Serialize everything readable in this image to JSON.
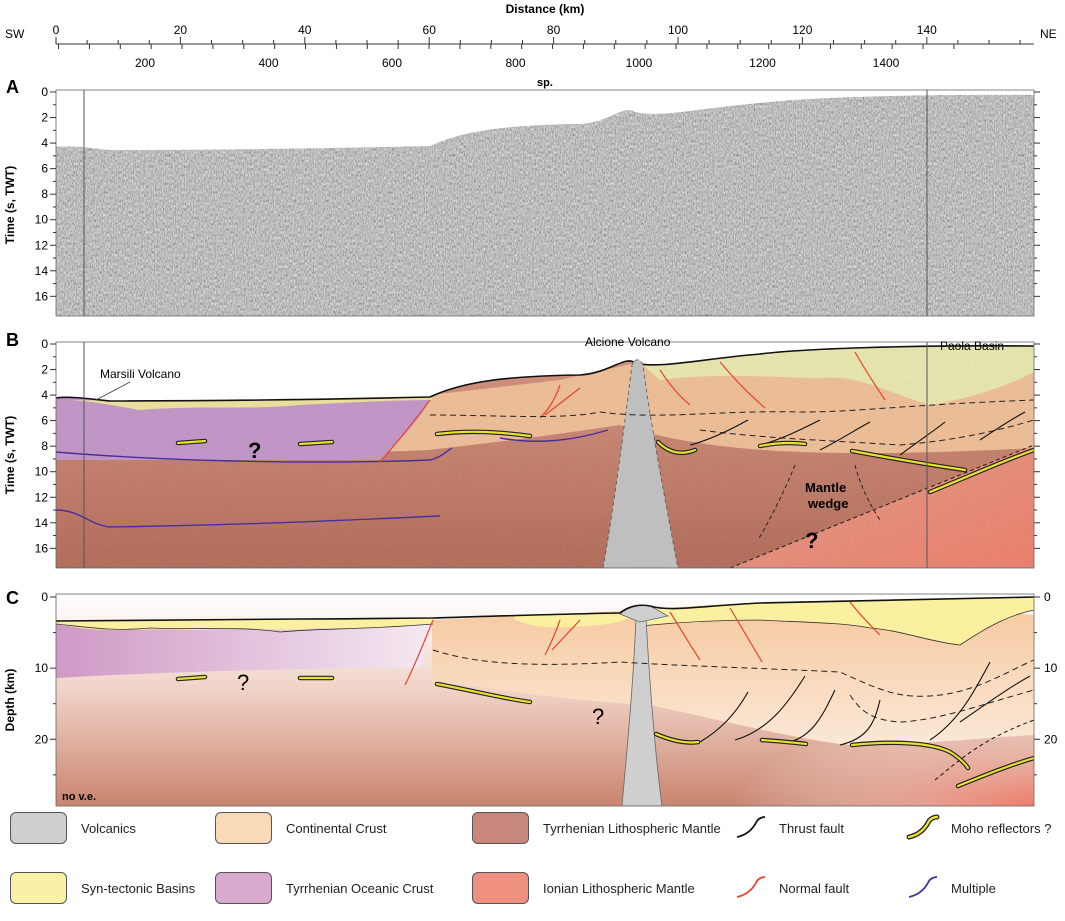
{
  "axis": {
    "title": "Distance (km)",
    "left_label": "SW",
    "right_label": "NE",
    "km_ticks": [
      "0",
      "20",
      "40",
      "60",
      "80",
      "100",
      "120",
      "140"
    ],
    "sp_ticks": [
      "200",
      "400",
      "600",
      "800",
      "1000",
      "1200",
      "1400"
    ],
    "sp_label": "sp."
  },
  "panels": {
    "a": {
      "letter": "A",
      "ylabel": "Time (s, TWT)",
      "ticks": [
        "0",
        "2",
        "4",
        "6",
        "8",
        "10",
        "12",
        "14",
        "16"
      ]
    },
    "b": {
      "letter": "B",
      "ylabel": "Time (s, TWT)",
      "ticks": [
        "0",
        "2",
        "4",
        "6",
        "8",
        "10",
        "12",
        "14",
        "16"
      ]
    },
    "c": {
      "letter": "C",
      "ylabel": "Depth (km)",
      "ticks": [
        "0",
        "10",
        "20"
      ],
      "right_ticks": [
        "0",
        "10",
        "20"
      ],
      "note": "no v.e."
    }
  },
  "annotations": {
    "marsili": "Marsili Volcano",
    "alcione": "Alcione Volcano",
    "paola": "Paola Basin",
    "mantle_wedge_1": "Mantle",
    "mantle_wedge_2": "wedge",
    "q": "?"
  },
  "colors": {
    "volcanics": "#cfcfcf",
    "continental_crust": "#f9d9b6",
    "tyrrhenian_mantle": "#c8877c",
    "syn_tectonic": "#faf0a8",
    "oceanic_crust": "#d9a9d0",
    "ionian_mantle": "#ef8f80",
    "thrust": "#111111",
    "normal": "#e8452a",
    "multiple": "#4a2ea0",
    "moho": "#e9e030"
  },
  "legend": [
    {
      "label": "Volcanics",
      "kind": "swatch",
      "color": "#cfcfcf"
    },
    {
      "label": "Continental Crust",
      "kind": "swatch",
      "color": "#f9d9b6"
    },
    {
      "label": "Tyrrhenian Lithospheric Mantle",
      "kind": "swatch",
      "color": "#c8877c"
    },
    {
      "label": "Thrust fault",
      "kind": "line",
      "color": "#111111"
    },
    {
      "label": "Moho reflectors ?",
      "kind": "moho",
      "color": "#e9e030"
    },
    {
      "label": "Syn-tectonic Basins",
      "kind": "swatch",
      "color": "#faf0a8"
    },
    {
      "label": "Tyrrhenian Oceanic Crust",
      "kind": "swatch",
      "color": "#d9a9d0"
    },
    {
      "label": "Ionian Lithospheric Mantle",
      "kind": "swatch",
      "color": "#ef8f80"
    },
    {
      "label": "Normal fault",
      "kind": "line",
      "color": "#e8452a"
    },
    {
      "label": "Multiple",
      "kind": "line",
      "color": "#4a2ea0"
    }
  ]
}
